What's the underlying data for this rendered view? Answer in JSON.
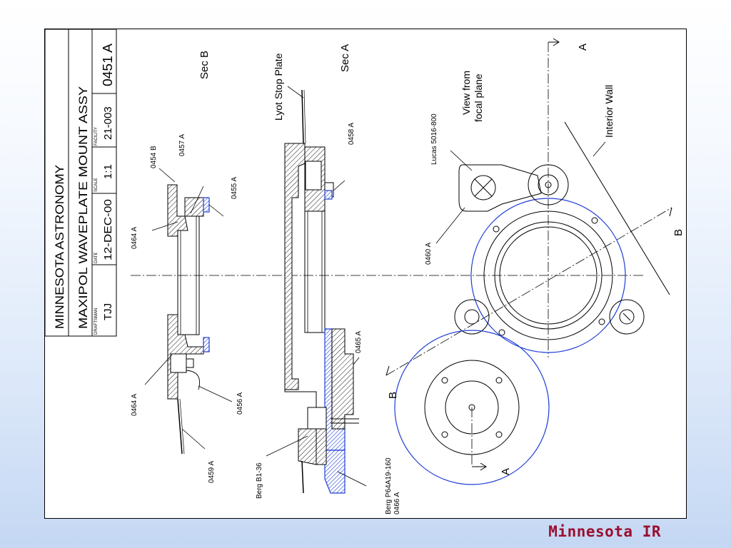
{
  "title_block": {
    "org": "MINNESOTA ASTRONOMY",
    "title": "MAXIPOL WAVEPLATE MOUNT ASSY",
    "draftsman_header": "DRAFTSMAN",
    "draftsman": "TJJ",
    "date_header": "DATE",
    "date": "12-DEC-00",
    "scale_header": "SCALE",
    "scale": "1:1",
    "facility_header": "FACILITY",
    "facility": "21-003",
    "drawing_number": "0451 A"
  },
  "sections": {
    "sec_b": "Sec B",
    "sec_a": "Sec A",
    "lyot": "Lyot Stop Plate",
    "view": "View from",
    "view2": "focal plane",
    "interior": "Interior Wall"
  },
  "part_labels": {
    "p0454b": "0454 B",
    "p0457a": "0457 A",
    "p0455a": "0455 A",
    "p0464a_top": "0464 A",
    "p0464a_bot": "0464 A",
    "p0456a": "0456 A",
    "p0459a": "0459 A",
    "p0458a": "0458 A",
    "p0465a": "0465 A",
    "berg_b136": "Berg B1-36",
    "berg_p64": "Berg P64A19-160",
    "p0466a": "0466 A",
    "lucas": "Lucas 5016-800",
    "p0460a": "0460 A"
  },
  "section_markers": {
    "a_top": "A",
    "a_bot": "A",
    "b_right": "B",
    "b_left": "B"
  },
  "footer": {
    "text": "Minnesota IR"
  },
  "colors": {
    "footer_text": "#9b0f2e",
    "highlight": "#1f3fd6",
    "drawing_line": "#000000"
  }
}
